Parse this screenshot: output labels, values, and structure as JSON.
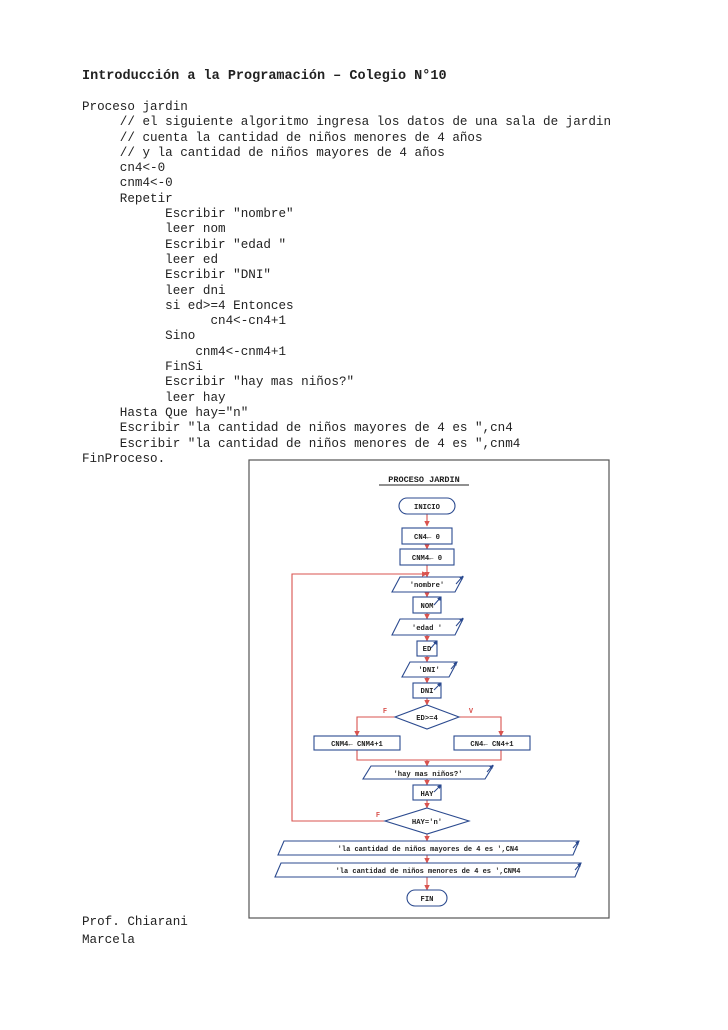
{
  "document": {
    "title": "Introducción a la Programación – Colegio N°10",
    "code_lines": [
      "Proceso jardin",
      "     // el siguiente algoritmo ingresa los datos de una sala de jardin",
      "     // cuenta la cantidad de niños menores de 4 años",
      "     // y la cantidad de niños mayores de 4 años",
      "     cn4<-0",
      "     cnm4<-0",
      "     Repetir",
      "           Escribir \"nombre\"",
      "           leer nom",
      "           Escribir \"edad \"",
      "           leer ed",
      "           Escribir \"DNI\"",
      "           leer dni",
      "           si ed>=4 Entonces",
      "                 cn4<-cn4+1",
      "           Sino",
      "               cnm4<-cnm4+1",
      "           FinSi",
      "           Escribir \"hay mas niños?\"",
      "           leer hay",
      "     Hasta Que hay=\"n\"",
      "     Escribir \"la cantidad de niños mayores de 4 es \",cn4",
      "     Escribir \"la cantidad de niños menores de 4 es \",cnm4",
      "FinProceso."
    ],
    "author_line1": "Prof. Chiarani",
    "author_line2": "Marcela"
  },
  "flowchart": {
    "header": "PROCESO JARDIN",
    "start": "INICIO",
    "init_cn4": "CN4← 0",
    "init_cnm4": "CNM4← 0",
    "out_nombre": "'nombre'",
    "in_nom": "NOM",
    "out_edad": "'edad '",
    "in_ed": "ED",
    "out_dni": "'DNI'",
    "in_dni": "DNI",
    "decision_age": "ED>=4",
    "label_false": "F",
    "label_true": "V",
    "assign_cnm4": "CNM4← CNM4+1",
    "assign_cn4": "CN4← CN4+1",
    "out_question": "'hay mas niños?'",
    "in_hay": "HAY",
    "decision_hay": "HAY='n'",
    "label_false_loop": "F",
    "out_result_mayores": "'la cantidad de niños mayores de 4 es ',CN4",
    "out_result_menores": "'la cantidad de niños menores de 4 es ',CNM4",
    "end": "FIN",
    "colors": {
      "flow_line": "#d9534f",
      "box_border": "#2b4a8f",
      "text": "#222222"
    }
  }
}
